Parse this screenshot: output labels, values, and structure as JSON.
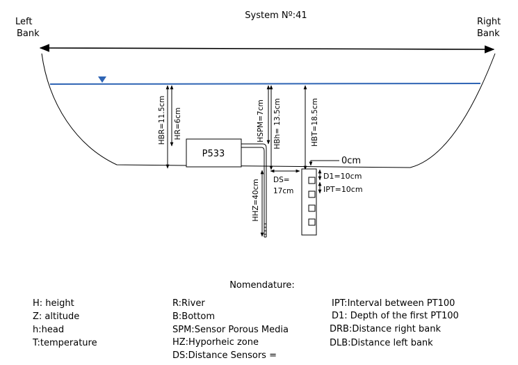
{
  "title": "System Nº:41",
  "left_bank": [
    "Left",
    "Bank"
  ],
  "right_bank": [
    "Right",
    "Bank"
  ],
  "device_label": "P533",
  "reference_label": "0cm",
  "measurements": {
    "hbr": "HBR=11.5cm",
    "hr": "HR=6cm",
    "hspm": "HSPM=7cm",
    "hbh": "HBh= 13.5cm",
    "hbt": "HBT=18.5cm",
    "hhz": "HHZ=40cm",
    "ds_line1": "DS=",
    "ds_line2": "17cm",
    "d1": "D1=10cm",
    "ipt": "IPT=10cm"
  },
  "colors": {
    "water_line": "#2e64b4",
    "water_marker": "#2e64b4",
    "ink": "#000000"
  },
  "nomenclature": {
    "heading": "Nomendature:",
    "col1": [
      "H: height",
      "Z: altitude",
      "h:head",
      "T:temperature"
    ],
    "col2": [
      "R:River",
      "B:Bottom",
      "SPM:Sensor Porous Media",
      "HZ:Hyporheic zone",
      "DS:Distance Sensors ="
    ],
    "col3": [
      "IPT:Interval between PT100",
      "D1:  Depth of the first PT100",
      "DRB:Distance right bank",
      "DLB:Distance left bank"
    ]
  }
}
